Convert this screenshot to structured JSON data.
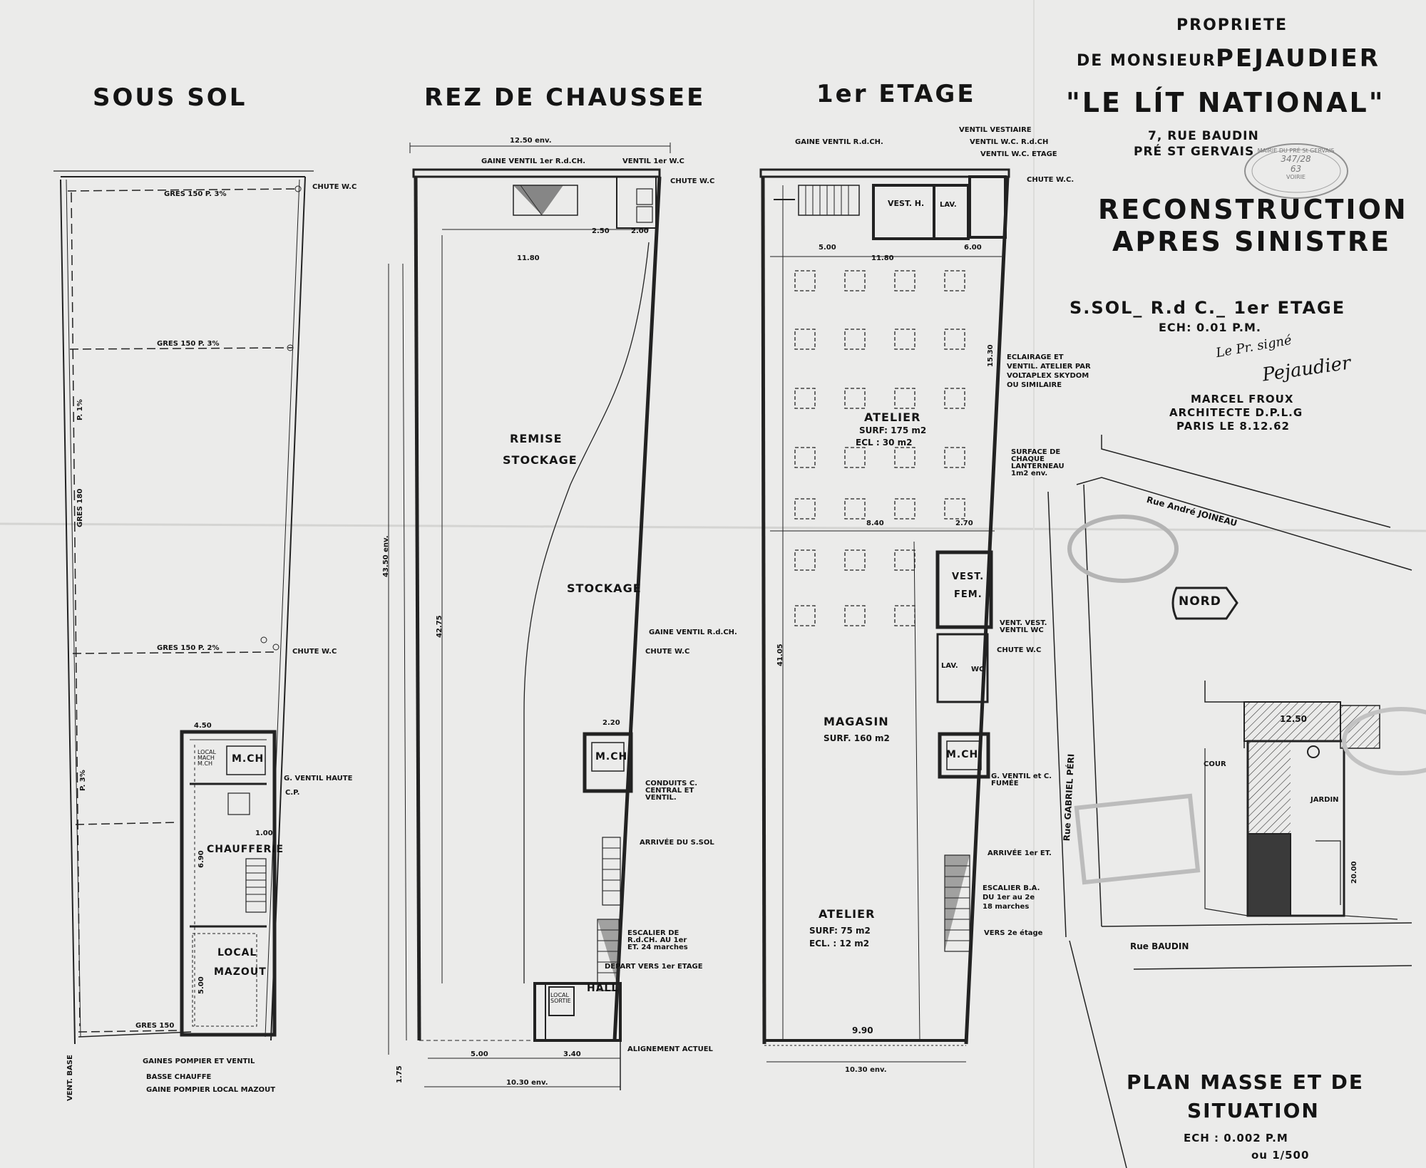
{
  "cartouche": {
    "owner_line1": "PROPRIETE",
    "owner_line2a": "DE MONSIEUR",
    "owner_line2b": "PEJAUDIER",
    "company": "\"LE LÍT NATIONAL\"",
    "address1": "7, RUE BAUDIN",
    "address2": "PRÉ ST GERVAIS",
    "project1": "RECONSTRUCTION",
    "project2": "APRES SINISTRE",
    "levels": "S.SOL_  R.d C._  1er ETAGE",
    "scale": "ECH: 0.01 P.M.",
    "signature1": "Le Pr. signé",
    "signature2": "Pejaudier",
    "architect1": "MARCEL FROUX",
    "architect2": "ARCHITECTE D.P.L.G",
    "date": "PARIS LE 8.12.62"
  },
  "stamp": {
    "line1": "MAIRIE DU PRÉ St GERVAIS",
    "line2": "347/28",
    "line3": "63",
    "line4": "VOIRIE"
  },
  "plans": {
    "sous_sol": {
      "title": "SOUS SOL",
      "gres_top": "GRES 150  P. 3%",
      "chute_top": "CHUTE W.C",
      "gres_2": "GRES 150  P. 3%",
      "p_vertical": "P. 1%",
      "gres_vertical": "GRES 180",
      "gres_3": "GRES 150  P. 2%",
      "chute_mid": "CHUTE W.C",
      "p3": "P. 3%",
      "local_mach": "LOCAL MACH M.CH",
      "mch": "M.CH",
      "ventil_haute": "G. VENTIL HAUTE",
      "cp": "C.P.",
      "chaufferie": "CHAUFFERIE",
      "local_mazout_1": "LOCAL",
      "local_mazout_2": "MAZOUT",
      "dim_450": "4.50",
      "dim_690": "6.90",
      "dim_500": "5.00",
      "dim_100": "1.00",
      "gres_bottom": "GRES 150",
      "note1": "GAINES POMPIER ET VENTIL",
      "note2": "BASSE CHAUFFE",
      "note3": "GAINE POMPIER LOCAL MAZOUT",
      "vent_bas": "VENT. BASE"
    },
    "rdc": {
      "title": "REZ DE CHAUSSEE",
      "dim_top": "12.50 env.",
      "gaine_top": "GAINE VENTIL 1er R.d.CH.",
      "ventil_wc": "VENTIL 1er W.C",
      "chute_wc": "CHUTE W.C",
      "dim_250": "2.50",
      "dim_200": "2.00",
      "dim_1180": "11.80",
      "remise": "REMISE",
      "stockage1": "STOCKAGE",
      "stockage2": "STOCKAGE",
      "dim_4350": "43.50 env.",
      "dim_4275": "42.75",
      "gaine_rdc": "GAINE VENTIL R.d.CH.",
      "chute_wc2": "CHUTE W.C",
      "mch": "M.CH",
      "dim_220": "2.20",
      "conduits": "CONDUITS C. CENTRAL ET VENTIL.",
      "arrivee": "ARRIVÉE DU S.SOL",
      "escalier": "ESCALIER DE R.d.CH. AU 1er ET. 24 marches",
      "depart": "DEPART VERS 1er ETAGE",
      "local_sortie": "LOCAL SORTIE",
      "hall": "HALL",
      "dim_500": "5.00",
      "dim_340": "3.40",
      "dim_1030": "10.30 env.",
      "alignement": "ALIGNEMENT ACTUEL",
      "dim_175": "1.75"
    },
    "etage": {
      "title": "1er ETAGE",
      "gaine_top": "GAINE VENTIL R.d.CH.",
      "ventil_vestiaire": "VENTIL VESTIAIRE",
      "ventil_wc": "VENTIL W.C. R.d.CH",
      "ventil_etage": "VENTIL W.C. ETAGE",
      "chute_wc": "CHUTE W.C.",
      "vest_h": "VEST. H.",
      "lav": "LAV.",
      "dim_500": "5.00",
      "dim_600": "6.00",
      "dim_1180": "11.80",
      "dim_1530": "15.30",
      "eclairage": "ECLAIRAGE ET VENTIL. ATELIER PAR VOLTAPLEX SKYDOM OU SIMILAIRE",
      "atelier": "ATELIER",
      "atelier_surf": "SURF: 175 m2",
      "atelier_ecl": "ECL : 30 m2",
      "surface_note": "SURFACE DE CHAQUE LANTERNEAU 1m2 env.",
      "dim_840": "8.40",
      "dim_270": "2.70",
      "vest_fem1": "VEST.",
      "vest_fem2": "FEM.",
      "dim_4105": "41.05",
      "vent_vest": "VENT. VEST. VENTIL WC",
      "chute_wc2": "CHUTE W.C",
      "lav2": "LAV.",
      "wc": "WC",
      "magasin": "MAGASIN",
      "magasin_surf": "SURF. 160 m2",
      "mch": "M.CH",
      "g_ventil": "G. VENTIL et C. FUMÉE",
      "arrivee": "ARRIVÉE 1er ET.",
      "escalier": "ESCALIER B.A. DU 1er au 2e 18 marches",
      "vers": "VERS 2e étage",
      "atelier2": "ATELIER",
      "atelier2_surf": "SURF: 75 m2",
      "atelier2_ecl": "ECL. : 12 m2",
      "dim_990": "9.90",
      "dim_1030": "10.30 env."
    },
    "situation": {
      "rue_joineau": "Rue André JOINEAU",
      "rue_peri": "Rue GABRIEL PÉRI",
      "rue_baudin": "Rue BAUDIN",
      "nord": "NORD",
      "cour": "COUR",
      "jardin": "JARDIN",
      "dim_1250": "12.50",
      "dim_2000": "20.00",
      "title1": "PLAN MASSE ET DE",
      "title2": "SITUATION",
      "scale1": "ECH :   0.002 P.M",
      "scale2": "ou   1/500"
    }
  }
}
